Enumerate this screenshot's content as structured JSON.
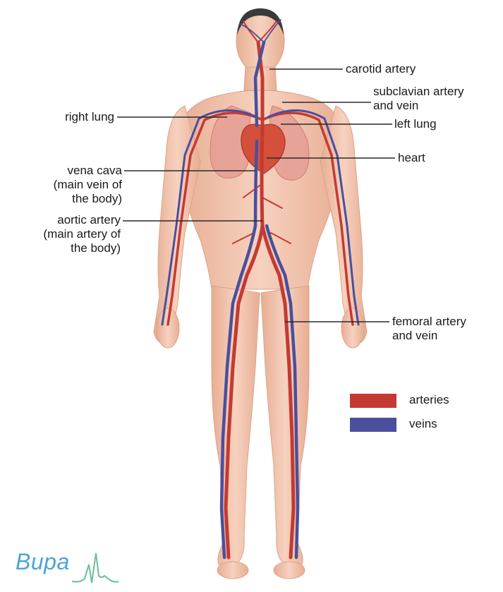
{
  "labels": {
    "carotid_artery": "carotid artery",
    "subclavian_line1": "subclavian artery",
    "subclavian_line2": "and vein",
    "right_lung": "right lung",
    "left_lung": "left lung",
    "heart": "heart",
    "vena_cava_line1": "vena cava",
    "vena_cava_line2": "(main vein of",
    "vena_cava_line3": "the body)",
    "aortic_line1": "aortic artery",
    "aortic_line2": "(main artery of",
    "aortic_line3": "the body)",
    "femoral_line1": "femoral artery",
    "femoral_line2": "and vein"
  },
  "legend": {
    "arteries_label": "arteries",
    "veins_label": "veins",
    "arteries_color": "#c43a32",
    "veins_color": "#4a4f9e"
  },
  "logo": {
    "text": "Bupa"
  },
  "colors": {
    "skin": "#f2c4ac",
    "skin_shade": "#e3a98f",
    "artery": "#c43a32",
    "vein": "#4a4f9e",
    "lung": "#e7a095",
    "heart": "#d4503a"
  }
}
